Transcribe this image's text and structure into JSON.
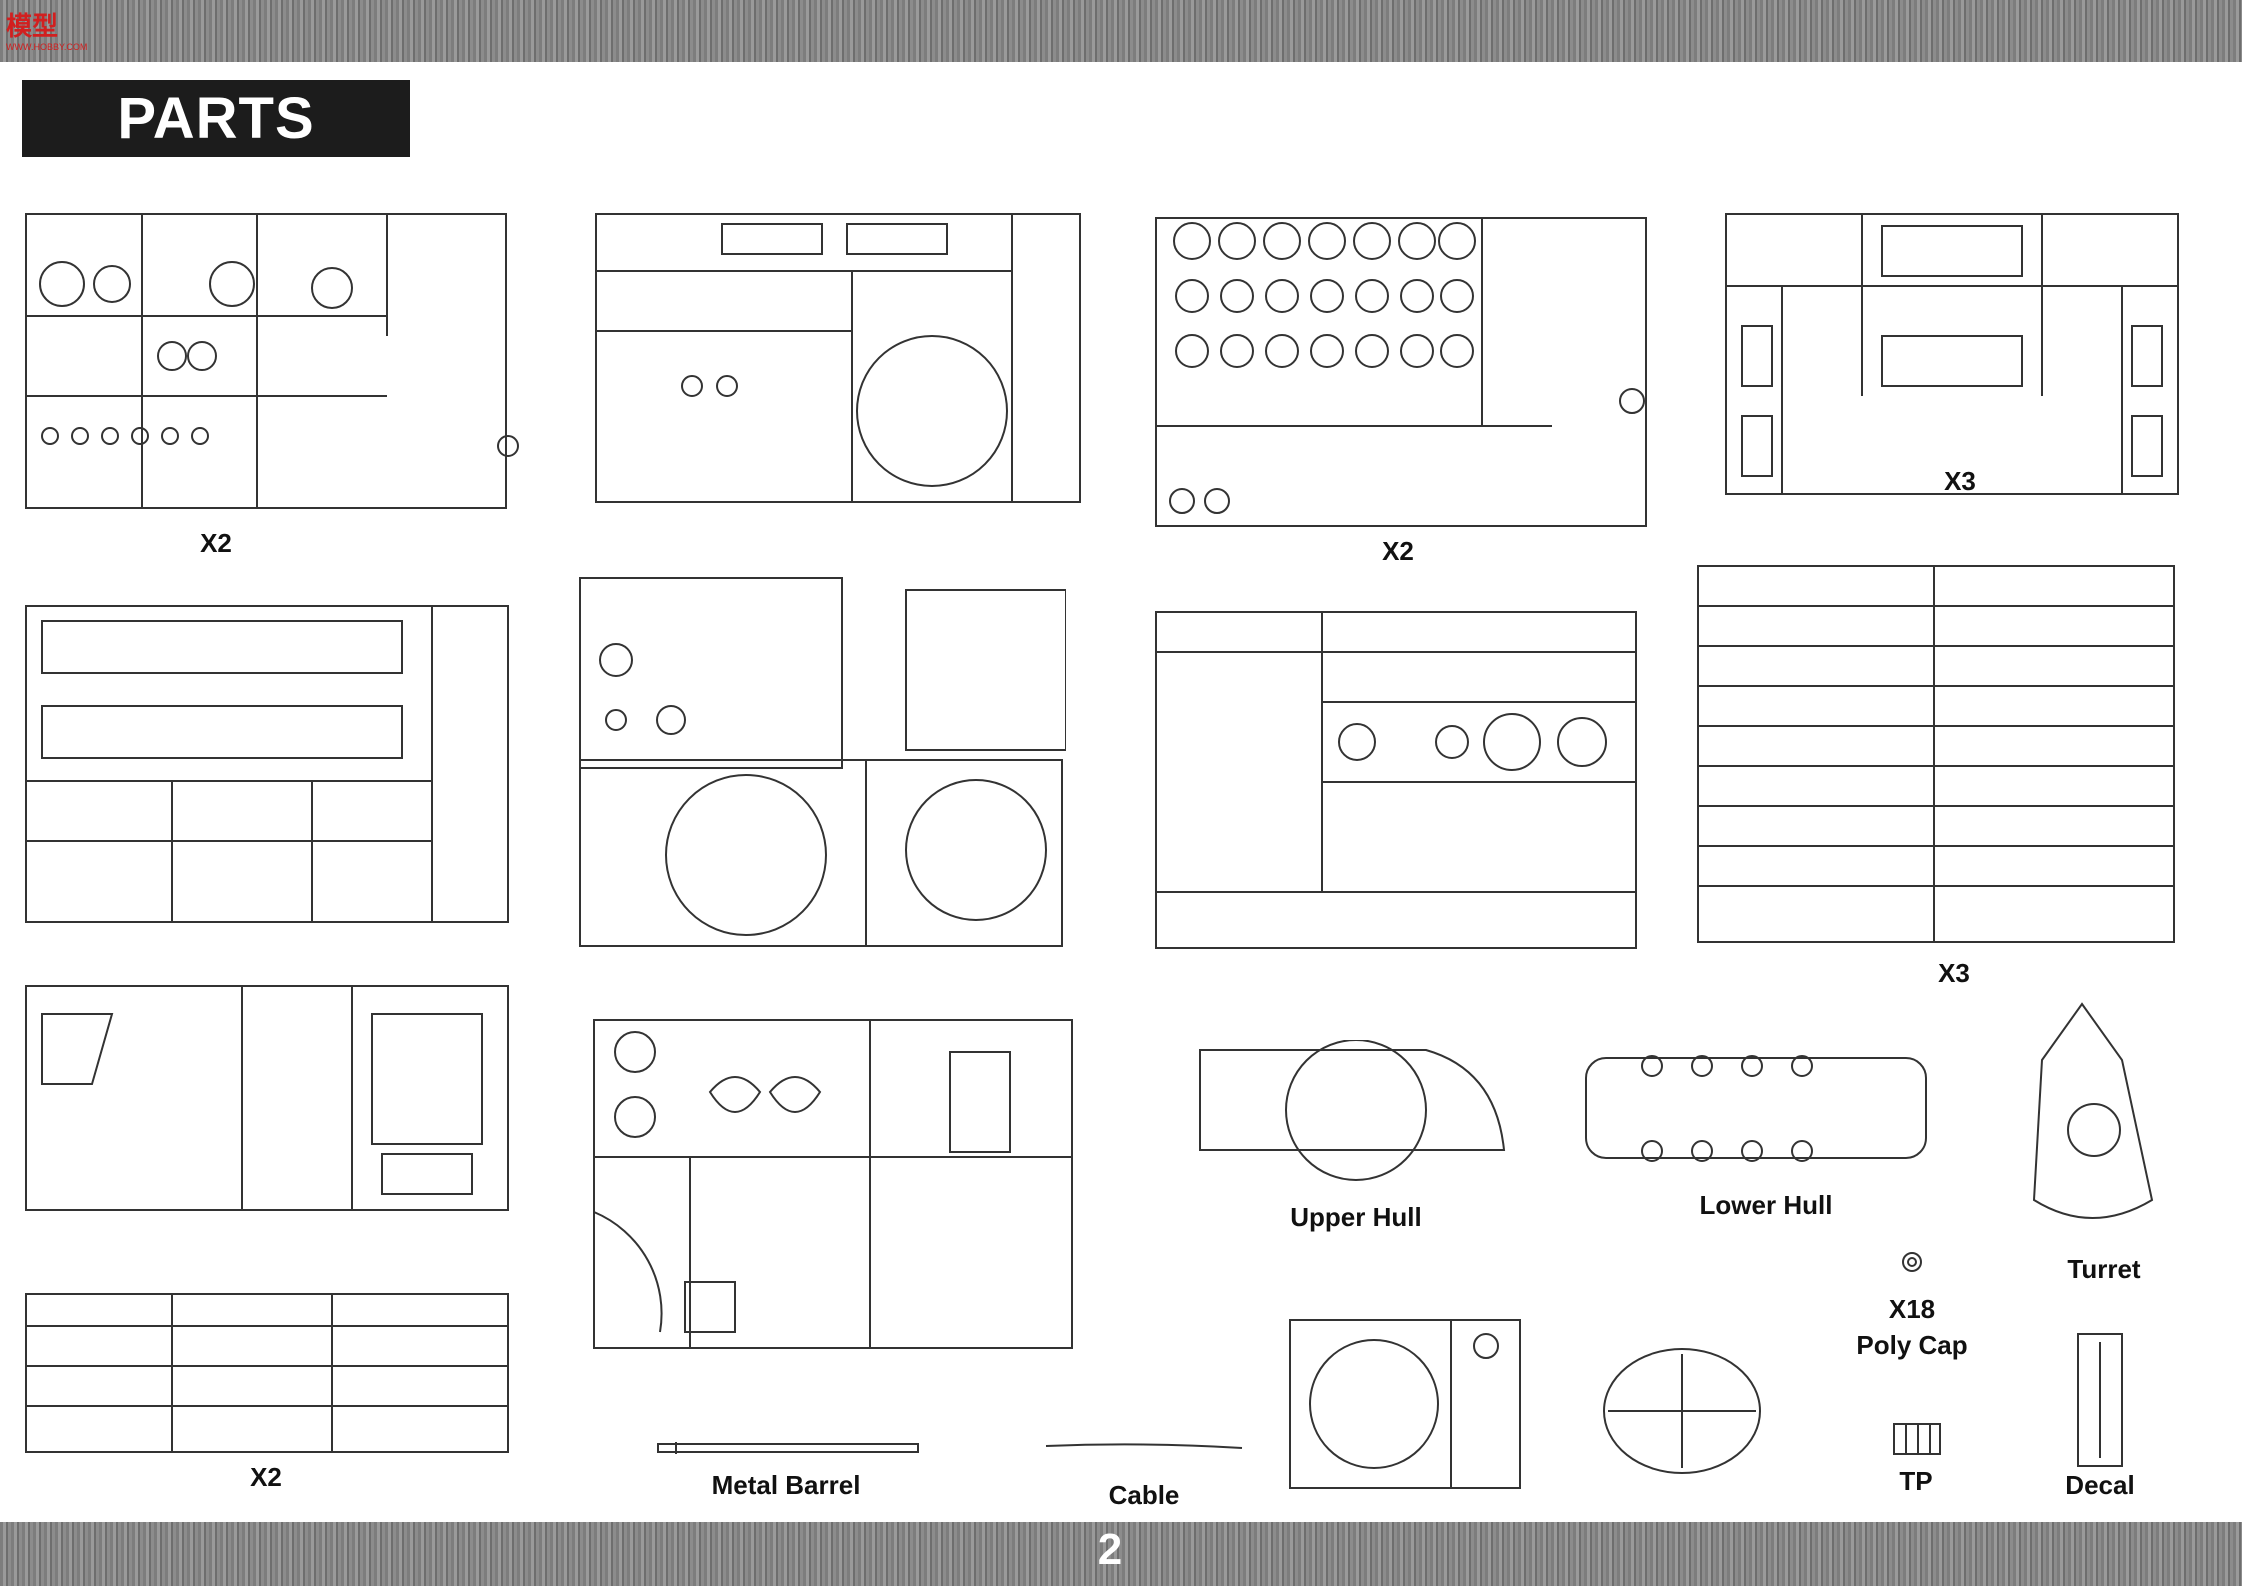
{
  "header": {
    "logo_text": "模型",
    "logo_sub": "WWW.HOBBY.COM"
  },
  "page_title": "PARTS",
  "page_number": "2",
  "labels": {
    "x2_a": "X2",
    "x2_c": "X2",
    "x3_d": "X3",
    "x3_g": "X3",
    "x2_f": "X2",
    "upper_hull": "Upper Hull",
    "lower_hull": "Lower Hull",
    "turret": "Turret",
    "poly_cap_qty": "X18",
    "poly_cap": "Poly Cap",
    "metal_barrel": "Metal Barrel",
    "cable": "Cable",
    "tp": "TP",
    "decal": "Decal"
  },
  "colors": {
    "line": "#333333",
    "band": "#8a8a8a",
    "title_bg": "#1c1c1c"
  }
}
